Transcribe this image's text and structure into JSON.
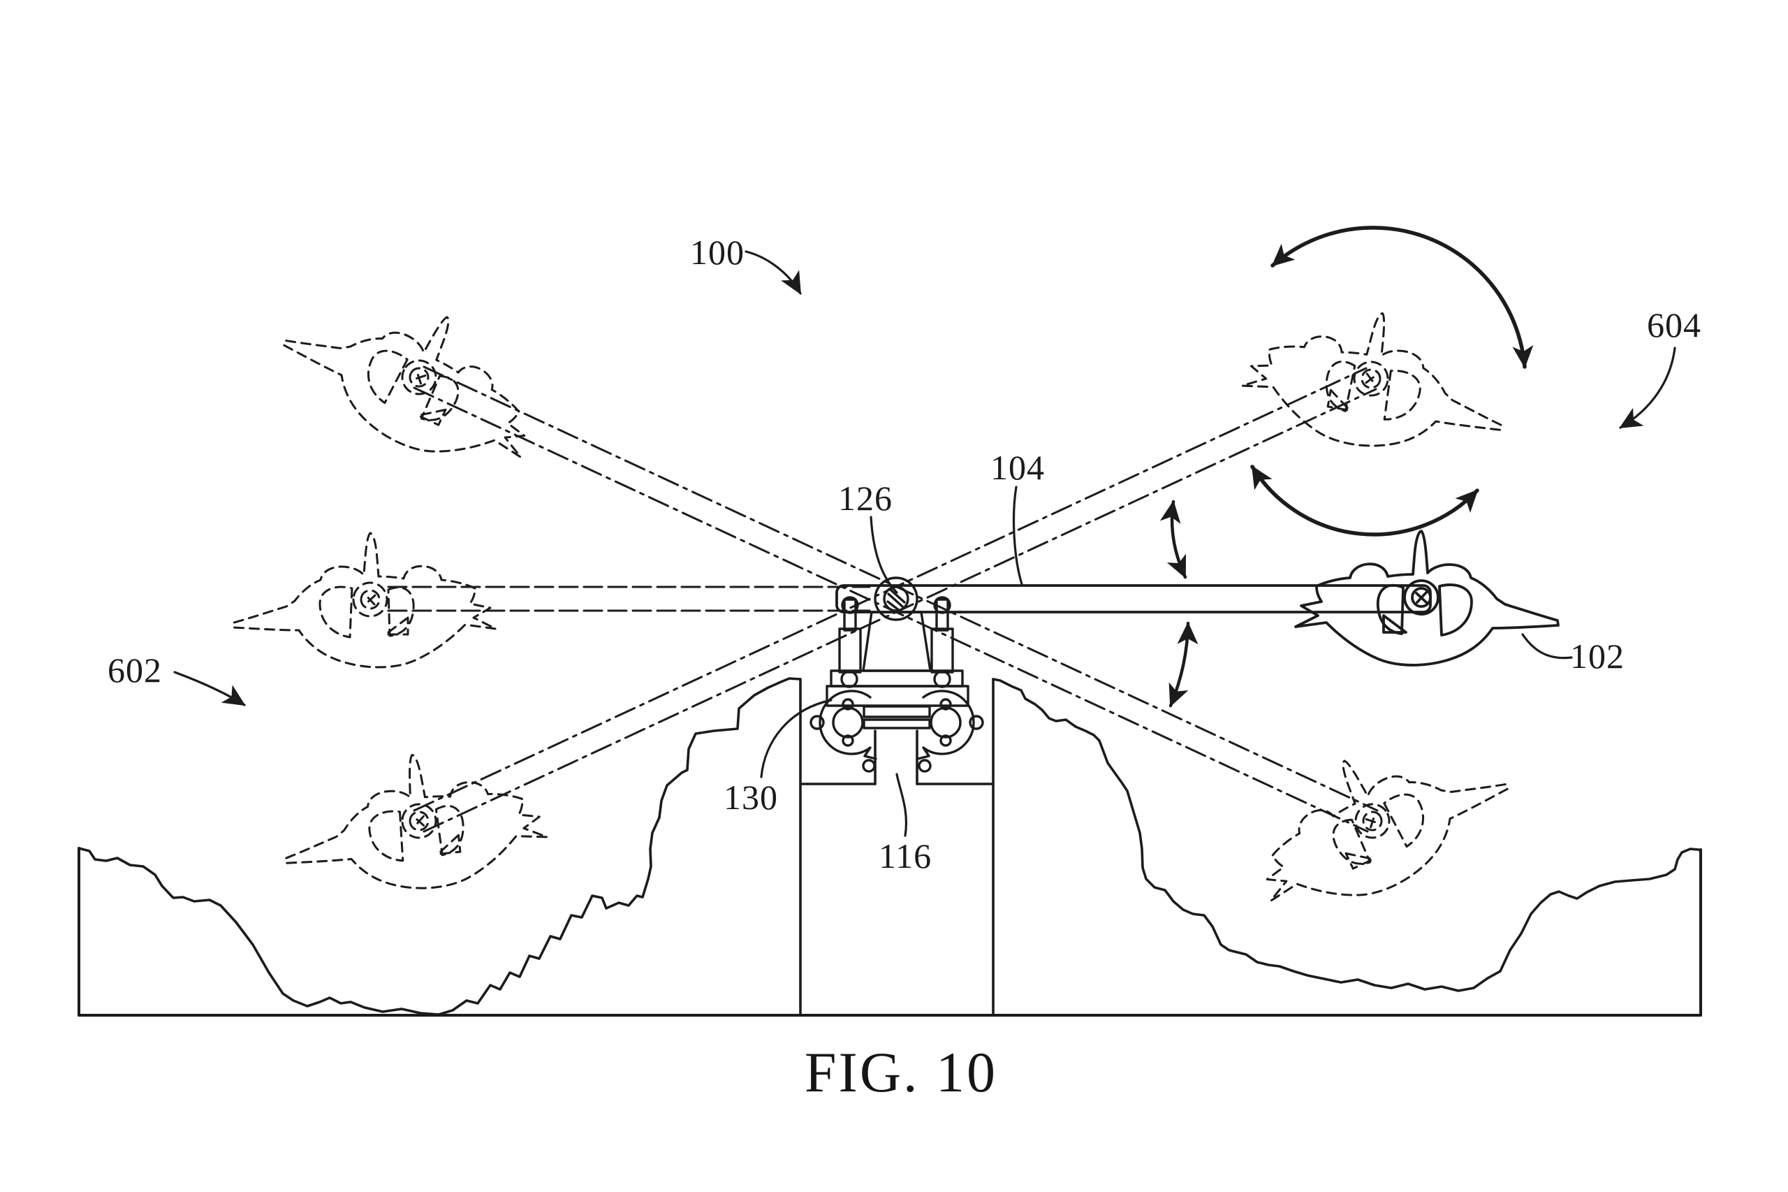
{
  "figure": {
    "caption": "FIG. 10"
  },
  "labels": {
    "l100": {
      "text": "100"
    },
    "l102": {
      "text": "102"
    },
    "l104": {
      "text": "104"
    },
    "l116": {
      "text": "116"
    },
    "l126": {
      "text": "126"
    },
    "l130": {
      "text": "130"
    },
    "l602": {
      "text": "602"
    },
    "l604": {
      "text": "604"
    }
  },
  "colors": {
    "ink": "#1c1c1c",
    "background": "#ffffff"
  }
}
